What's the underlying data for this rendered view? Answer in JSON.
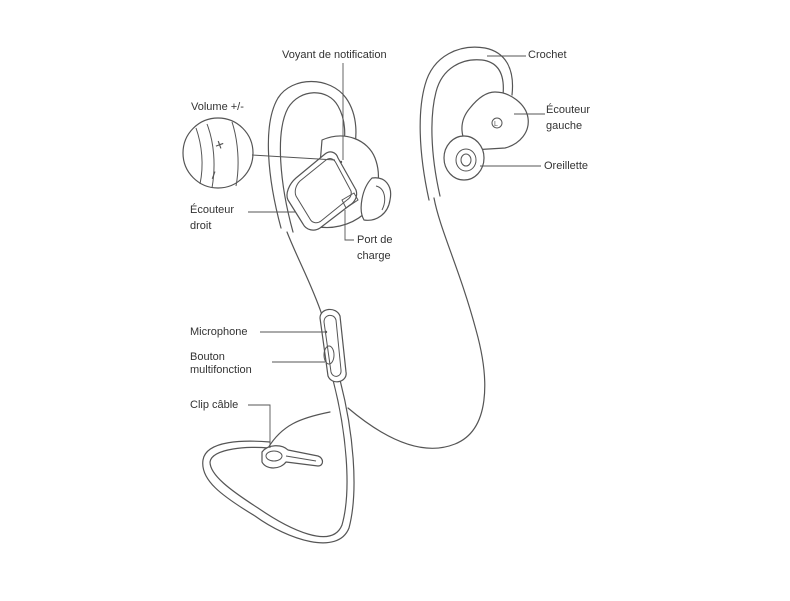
{
  "labels": {
    "notification_led": "Voyant de notification",
    "volume": "Volume +/-",
    "right_earbud_line1": "Écouteur",
    "right_earbud_line2": "droit",
    "charging_port_line1": "Port de",
    "charging_port_line2": "charge",
    "ear_hook": "Crochet",
    "left_earbud_line1": "Écouteur",
    "left_earbud_line2": "gauche",
    "ear_tip": "Oreillette",
    "microphone": "Microphone",
    "multifunction_button_line1": "Bouton",
    "multifunction_button_line2": "multifonction",
    "cable_clip": "Clip câble"
  },
  "icons": {
    "plus": "+",
    "minus": "−",
    "left_marker": "L"
  },
  "colors": {
    "line": "#555555",
    "text": "#333333",
    "background": "#ffffff"
  }
}
